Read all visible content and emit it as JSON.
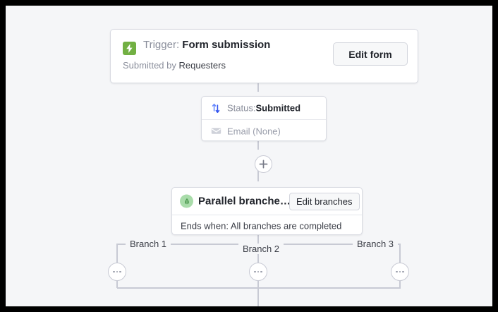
{
  "canvas": {
    "background": "#f5f6f8",
    "connector_color": "#c8cad4"
  },
  "trigger": {
    "icon": "lightning-bolt-icon",
    "icon_color": "#72b043",
    "label_prefix": "Trigger:",
    "label_value": "Form submission",
    "subtitle_prefix": "Submitted by",
    "subtitle_value": "Requesters",
    "edit_button_label": "Edit form"
  },
  "fields": [
    {
      "icon": "sort-arrows-icon",
      "icon_color": "#5b7cfa",
      "label": "Status:",
      "value": "Submitted",
      "muted": false
    },
    {
      "icon": "envelope-icon",
      "icon_color": "#c8cad4",
      "label": "Email (None)",
      "value": "",
      "muted": true
    }
  ],
  "add_step": {
    "icon": "plus-icon",
    "label": "+"
  },
  "parallel": {
    "icon": "branch-icon",
    "icon_color": "#a9dcaa",
    "title": "Parallel branche…",
    "edit_button_label": "Edit branches",
    "footer_prefix": "Ends when:",
    "footer_value": "All branches are completed",
    "footer_text": "Ends when: All branches are completed"
  },
  "branches": [
    {
      "label": "Branch 1",
      "menu_icon": "ellipsis-icon"
    },
    {
      "label": "Branch 2",
      "menu_icon": "ellipsis-icon"
    },
    {
      "label": "Branch 3",
      "menu_icon": "ellipsis-icon"
    }
  ]
}
